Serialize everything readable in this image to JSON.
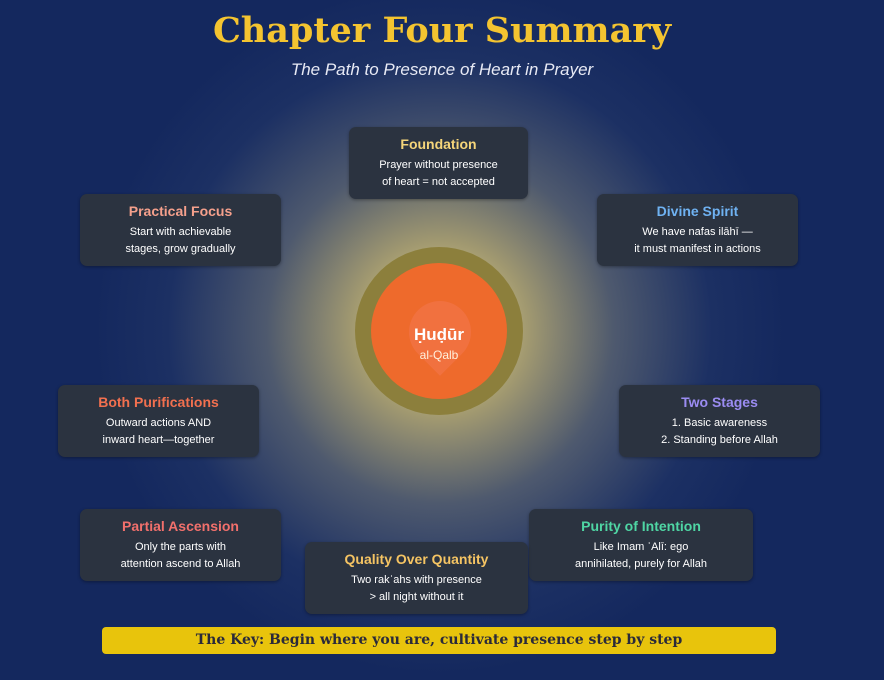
{
  "title": "Chapter Four Summary",
  "subtitle": "The Path to Presence of Heart in Prayer",
  "center": {
    "main": "Ḥuḍūr",
    "sub": "al-Qalb"
  },
  "cards": [
    {
      "id": "foundation",
      "heading": "Foundation",
      "body": "Prayer without presence\nof heart = not accepted",
      "color": "#f5d57a"
    },
    {
      "id": "divine-spirit",
      "heading": "Divine Spirit",
      "body": "We have nafas ilāhī —\nit must manifest in actions",
      "color": "#6fb2f2"
    },
    {
      "id": "two-stages",
      "heading": "Two Stages",
      "body": "1. Basic awareness\n2. Standing before Allah",
      "color": "#9b8cf2"
    },
    {
      "id": "purity-of-intention",
      "heading": "Purity of Intention",
      "body": "Like Imam ʿAlī: ego\nannihilated, purely for Allah",
      "color": "#4fd6a4"
    },
    {
      "id": "quality-over-quantity",
      "heading": "Quality Over Quantity",
      "body": "Two rakʿahs with presence\n> all night without it",
      "color": "#f5c463"
    },
    {
      "id": "partial-ascension",
      "heading": "Partial Ascension",
      "body": "Only the parts with\nattention ascend to Allah",
      "color": "#f2706c"
    },
    {
      "id": "both-purifications",
      "heading": "Both Purifications",
      "body": "Outward actions AND\ninward heart—together",
      "color": "#f2704f"
    },
    {
      "id": "practical-focus",
      "heading": "Practical Focus",
      "body": "Start with achievable\nstages, grow gradually",
      "color": "#f5a08c"
    }
  ],
  "key": "The Key: Begin where you are, cultivate presence step by step"
}
